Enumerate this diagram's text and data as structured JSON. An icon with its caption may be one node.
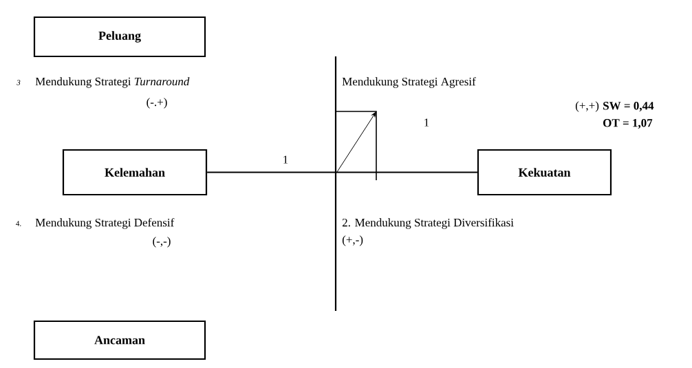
{
  "diagram": {
    "nodes": [
      {
        "text": [
          "Peluang"
        ]
      },
      {
        "text": [
          "Kelemahan"
        ]
      },
      {
        "text": [
          "Kekuatan"
        ]
      },
      {
        "text": [
          "Ancaman"
        ]
      }
    ],
    "edges": [
      {
        "from": 1,
        "to": 2,
        "arrow": "none"
      }
    ],
    "labels": [
      "3",
      "Mendukung Strategi *Turnaround*",
      "(-.+)",
      "Mendukung Strategi Agresif",
      "1",
      "(+,+)",
      "SW = 0,44",
      "OT  = 1,07",
      "1",
      "4.",
      "Mendukung Strategi Defensif",
      "(-,-)",
      "2. Mendukung Strategi Diversifikasi",
      "(+,-)"
    ]
  }
}
